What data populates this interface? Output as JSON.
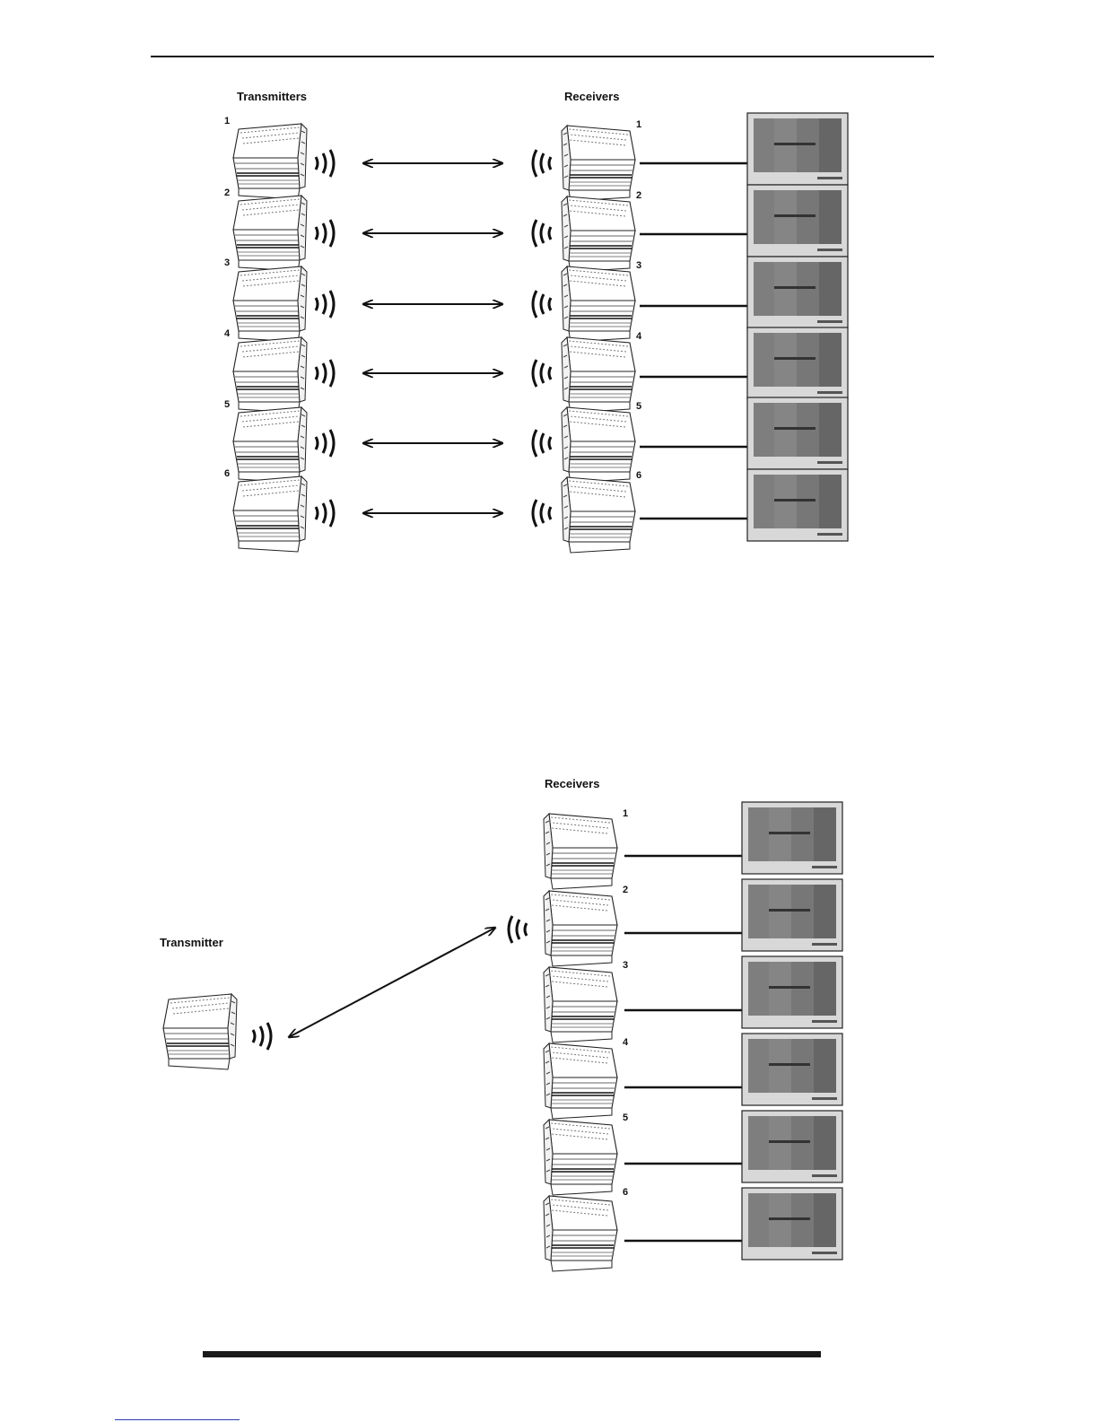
{
  "diagram_a": {
    "left_heading": "Transmitters",
    "right_heading": "Receivers",
    "links": [
      {
        "number": "1"
      },
      {
        "number": "2"
      },
      {
        "number": "3"
      },
      {
        "number": "4"
      },
      {
        "number": "5"
      },
      {
        "number": "6"
      }
    ],
    "link_type": "one-to-one",
    "arrow": "bidirectional"
  },
  "diagram_b": {
    "left_heading": "Transmitter",
    "right_heading": "Receivers",
    "receivers": [
      {
        "number": "1"
      },
      {
        "number": "2"
      },
      {
        "number": "3"
      },
      {
        "number": "4"
      },
      {
        "number": "5"
      },
      {
        "number": "6"
      }
    ],
    "link_type": "one-to-many",
    "arrow": "bidirectional"
  },
  "colors": {
    "ink": "#111111",
    "monitor_bezel": "#d8d8d8",
    "monitor_screen": "#7e7e7e",
    "monitor_screen_dark": "#666666"
  },
  "icons": [
    "transmitter-device-icon",
    "receiver-device-icon",
    "wireless-signal-icon",
    "monitor-icon",
    "bidirectional-arrow-icon"
  ]
}
